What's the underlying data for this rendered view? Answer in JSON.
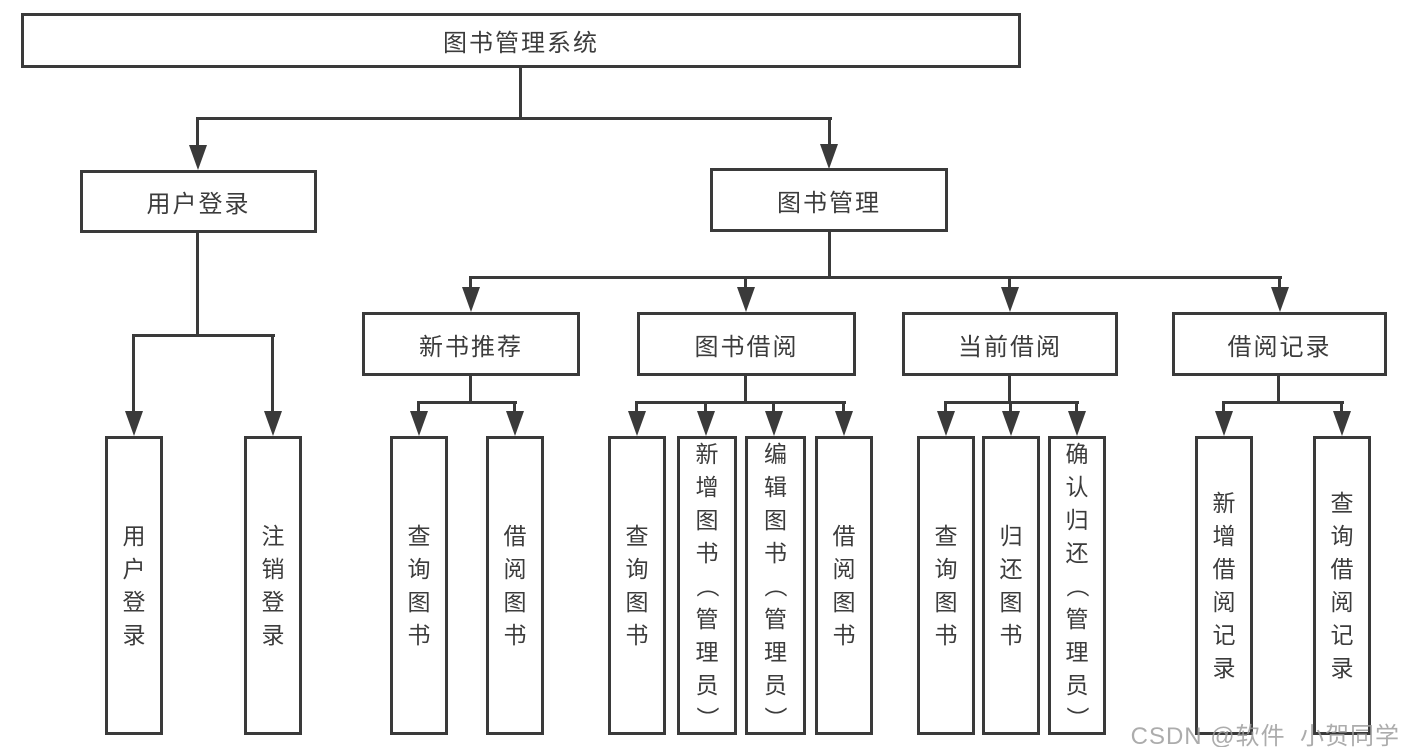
{
  "watermark": "CSDN @软件_小贺同学",
  "colors": {
    "line": "#3a3a3a",
    "text": "#3c3c3c",
    "background": "#ffffff",
    "watermark": "#9e9e9e"
  },
  "tree": {
    "root": {
      "label": "图书管理系统"
    },
    "branches": [
      {
        "label": "用户登录",
        "children": [
          {
            "label": "用户登录"
          },
          {
            "label": "注销登录"
          }
        ]
      },
      {
        "label": "图书管理",
        "children": [
          {
            "label": "新书推荐",
            "children": [
              {
                "label": "查询图书"
              },
              {
                "label": "借阅图书"
              }
            ]
          },
          {
            "label": "图书借阅",
            "children": [
              {
                "label": "查询图书"
              },
              {
                "label": "新增图书（管理员）"
              },
              {
                "label": "编辑图书（管理员）"
              },
              {
                "label": "借阅图书"
              }
            ]
          },
          {
            "label": "当前借阅",
            "children": [
              {
                "label": "查询图书"
              },
              {
                "label": "归还图书"
              },
              {
                "label": "确认归还（管理员）"
              }
            ]
          },
          {
            "label": "借阅记录",
            "children": [
              {
                "label": "新增借阅记录"
              },
              {
                "label": "查询借阅记录"
              }
            ]
          }
        ]
      }
    ]
  }
}
